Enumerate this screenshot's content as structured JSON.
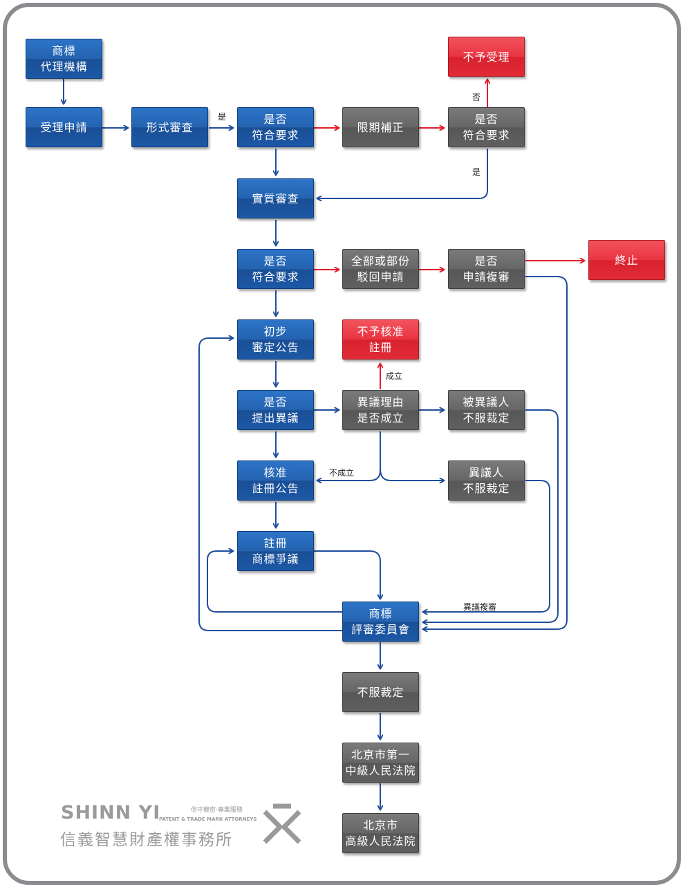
{
  "nodes": {
    "agency": "商標\n代理機構",
    "accept": "受理申請",
    "formal": "形式審查",
    "meet1": "是否\n符合要求",
    "correct": "限期補正",
    "meet2": "是否\n符合要求",
    "reject": "不予受理",
    "substantive": "實質審查",
    "meet3": "是否\n符合要求",
    "refuse": "全部或部份\n駁回申請",
    "review_q": "是否\n申請複審",
    "terminate": "終止",
    "prelim": "初步\n審定公告",
    "opposition_q": "是否\n提出異議",
    "reason_q": "異議理由\n是否成立",
    "no_approve": "不予核准\n註冊",
    "opposed_party": "被異議人\n不服裁定",
    "opponent": "異議人\n不服裁定",
    "approve_pub": "核准\n註冊公告",
    "dispute": "註冊\n商標爭議",
    "trab": "商標\n評審委員會",
    "dissatisfied": "不服裁定",
    "court1": "北京市第一\n中級人民法院",
    "court2": "北京市\n高級人民法院"
  },
  "labels": {
    "yes1": "是",
    "no1": "否",
    "yes2": "是",
    "established": "成立",
    "not_established": "不成立",
    "opposition_review": "異議複審"
  },
  "logo": {
    "name": "SHINN YI",
    "slogan": "信守機密‧專業服務",
    "english": "PATENT & TRADE MARK ATTORNEYS",
    "chinese": "信義智慧財產權事務所"
  },
  "colors": {
    "blue_line": "#1f4e9c",
    "red_line": "#e21d2b",
    "blue_box": "#2463b0",
    "gray_box": "#666666",
    "red_box": "#e93442"
  }
}
